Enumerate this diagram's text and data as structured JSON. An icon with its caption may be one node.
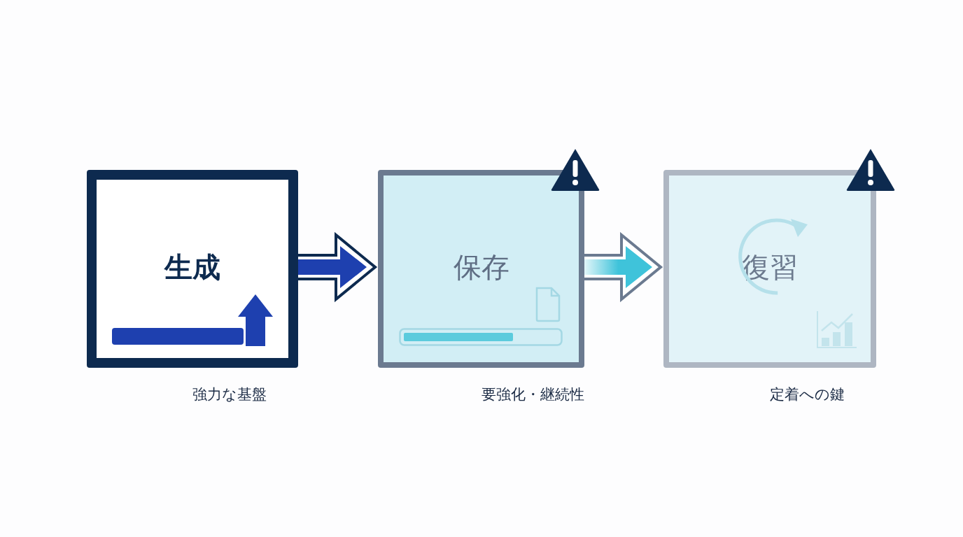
{
  "diagram": {
    "nodes": [
      {
        "text": [
          "生成"
        ],
        "beside": [
          "強力な基盤"
        ]
      },
      {
        "text": [
          "保存"
        ],
        "beside": [
          "要強化・継続性"
        ]
      },
      {
        "text": [
          "復習"
        ],
        "beside": [
          "定着への鍵"
        ]
      }
    ],
    "edges": [
      {
        "from": 0,
        "to": 1,
        "arrow": "to",
        "style": "thick",
        "color": "#1e40af"
      },
      {
        "from": 1,
        "to": 2,
        "arrow": "to",
        "style": "thick",
        "color": "#3fc3da"
      }
    ]
  }
}
